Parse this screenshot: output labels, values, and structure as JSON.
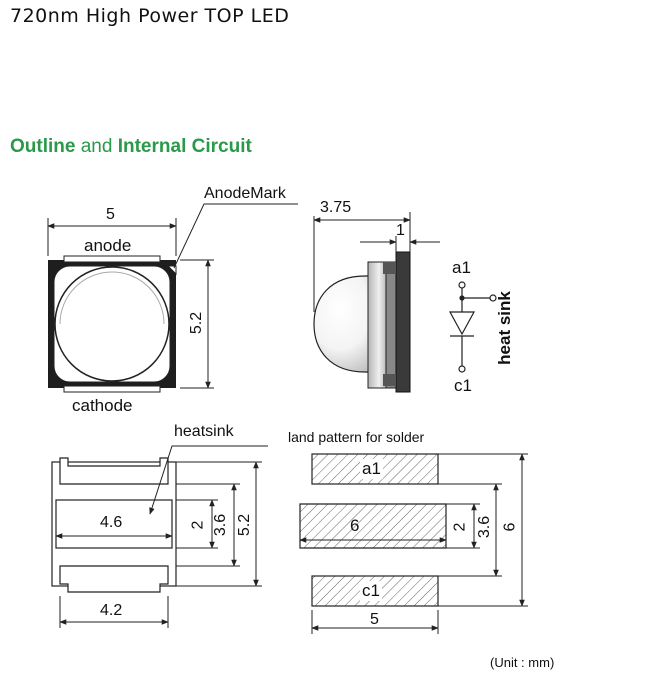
{
  "header": {
    "title": "720nm High Power TOP LED"
  },
  "section": {
    "part1": "Outline",
    "part2": "and",
    "part3": "Internal Circuit"
  },
  "outline": {
    "anode_mark": "AnodeMark",
    "width": "5",
    "height": "5.2",
    "anode": "anode",
    "cathode": "cathode",
    "side_total": "3.75",
    "side_base": "1"
  },
  "circuit": {
    "a1": "a1",
    "c1": "c1",
    "heatsink": "heat sink"
  },
  "bottom_view": {
    "heatsink": "heatsink",
    "pad_width": "4.6",
    "lower_width": "4.2",
    "dim_2": "2",
    "dim_36": "3.6",
    "dim_52": "5.2"
  },
  "land_pattern": {
    "title": "land pattern for solder",
    "a1": "a1",
    "center": "6",
    "c1": "c1",
    "width": "5",
    "dim_2": "2",
    "dim_36": "3.6",
    "dim_6": "6"
  },
  "unit_note": "(Unit : mm)"
}
